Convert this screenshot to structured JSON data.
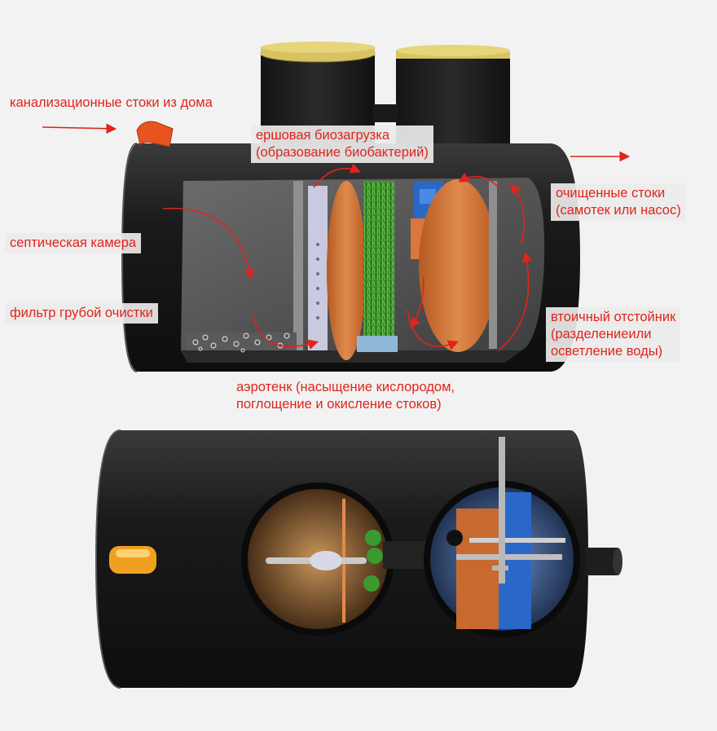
{
  "labels": {
    "sewage_inlet": "канализационные стоки из дома",
    "brush_media_line1": "ершовая биозагрузка",
    "brush_media_line2": "(образование биобактерий)",
    "treated_line1": "очищенные стоки",
    "treated_line2": "(самотек или насос)",
    "septic_chamber": "септическая камера",
    "coarse_filter": "фильтр грубой очистки",
    "secondary_line1": "втоичный отстойник",
    "secondary_line2": "(разделениеили",
    "secondary_line3": "осветление воды)",
    "aerotank_line1": "аэротенк (насыщение кислородом,",
    "aerotank_line2": "поглощение и окисление стоков)"
  },
  "colors": {
    "label_text": "#e0241b",
    "tank_body": "#1b1b1b",
    "lid": "#d9c262",
    "partition": "#d9773d",
    "bio_media": "#3a9a2e",
    "pump": "#2a68c8",
    "inlet_pipe": "#e8531f",
    "outlet_marker": "#f0a020"
  }
}
